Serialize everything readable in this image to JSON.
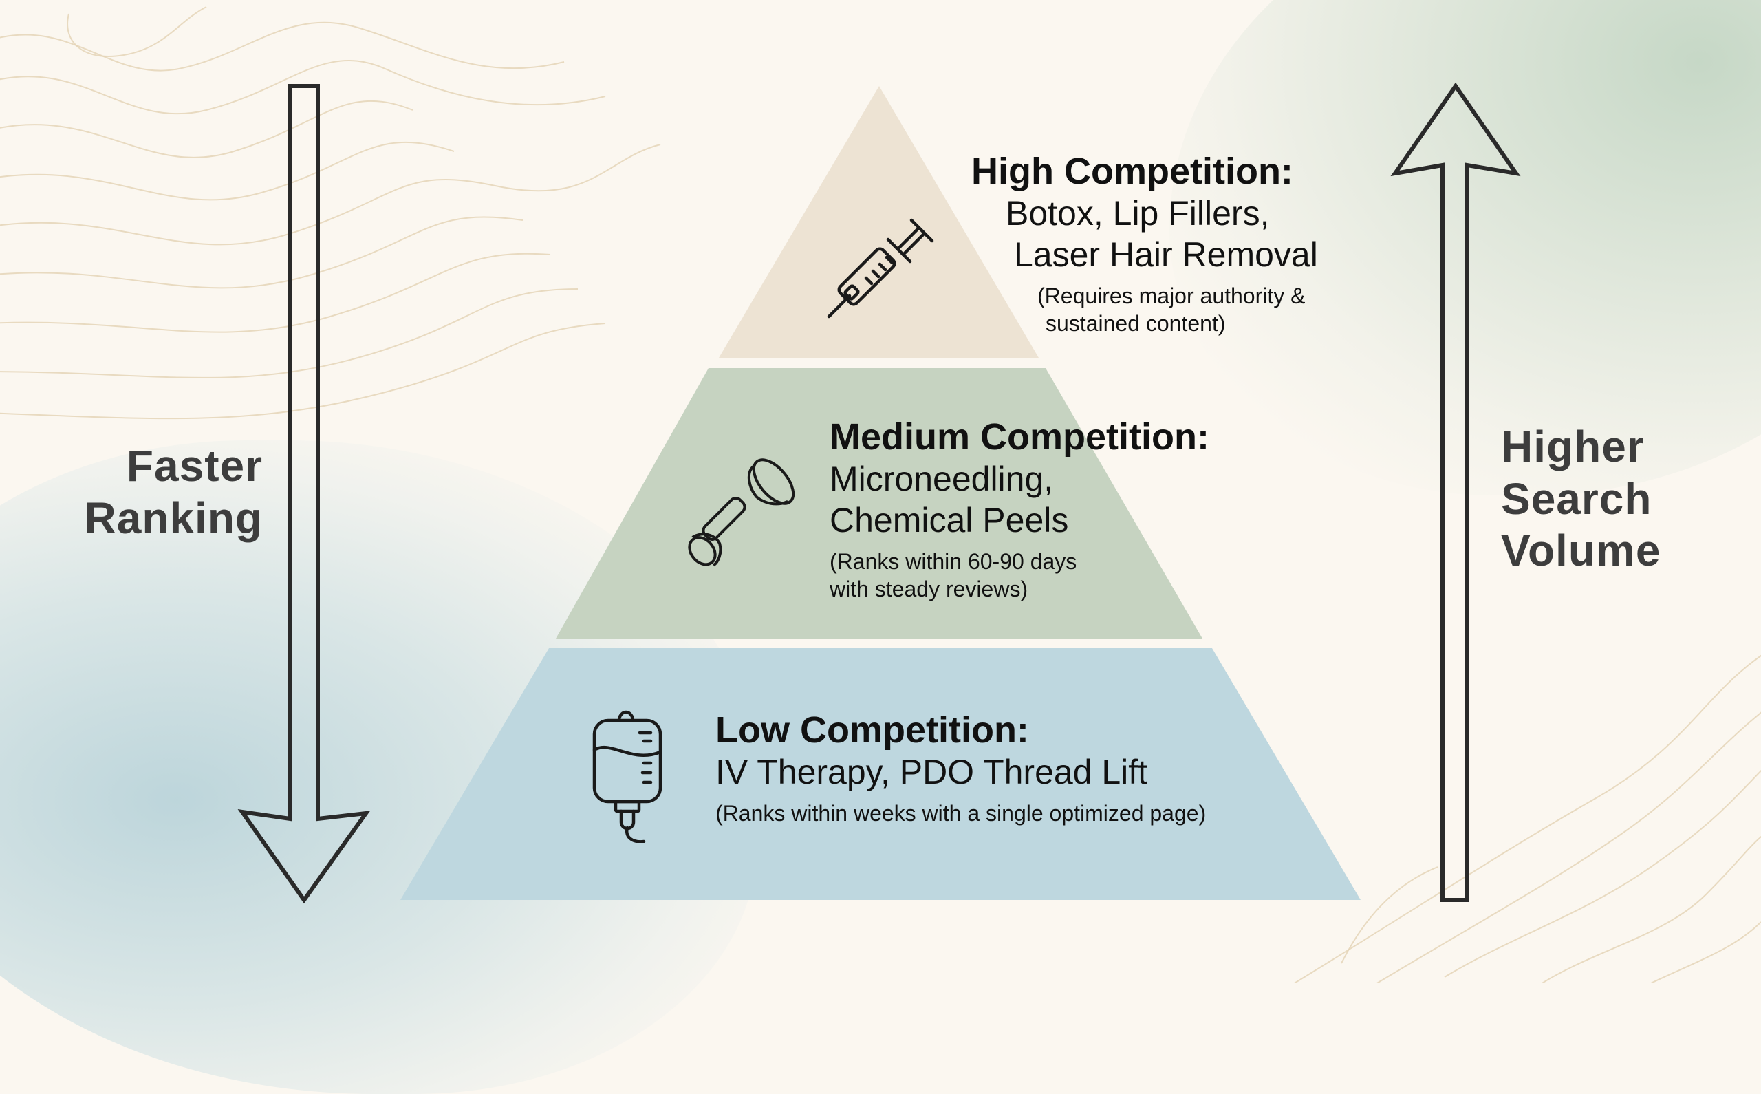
{
  "diagram": {
    "type": "pyramid",
    "colors": {
      "background": "#fbf7f0",
      "high_tier": "#ede3d3",
      "medium_tier": "#c6d3c1",
      "low_tier": "#bed7df",
      "text": "#111111",
      "axis_text": "#3d3d3d",
      "arrow_stroke": "#2a2a2a"
    },
    "tiers": [
      {
        "level": "high",
        "title": "High Competition:",
        "items_line1": "Botox, Lip Fillers,",
        "items_line2": "Laser Hair Removal",
        "note_line1": "(Requires major authority &",
        "note_line2": "sustained content)",
        "icon": "syringe-icon"
      },
      {
        "level": "medium",
        "title": "Medium Competition:",
        "items_line1": "Microneedling,",
        "items_line2": "Chemical Peels",
        "note_line1": "(Ranks within 60-90 days",
        "note_line2": "with steady reviews)",
        "icon": "face-roller-icon"
      },
      {
        "level": "low",
        "title": "Low Competition:",
        "items_line1": "IV Therapy, PDO Thread Lift",
        "note_line1": "(Ranks within weeks with a single optimized page)",
        "icon": "iv-bag-icon"
      }
    ],
    "left_axis": {
      "direction": "down",
      "label_line1": "Faster",
      "label_line2": "Ranking"
    },
    "right_axis": {
      "direction": "up",
      "label_line1": "Higher",
      "label_line2": "Search",
      "label_line3": "Volume"
    }
  }
}
